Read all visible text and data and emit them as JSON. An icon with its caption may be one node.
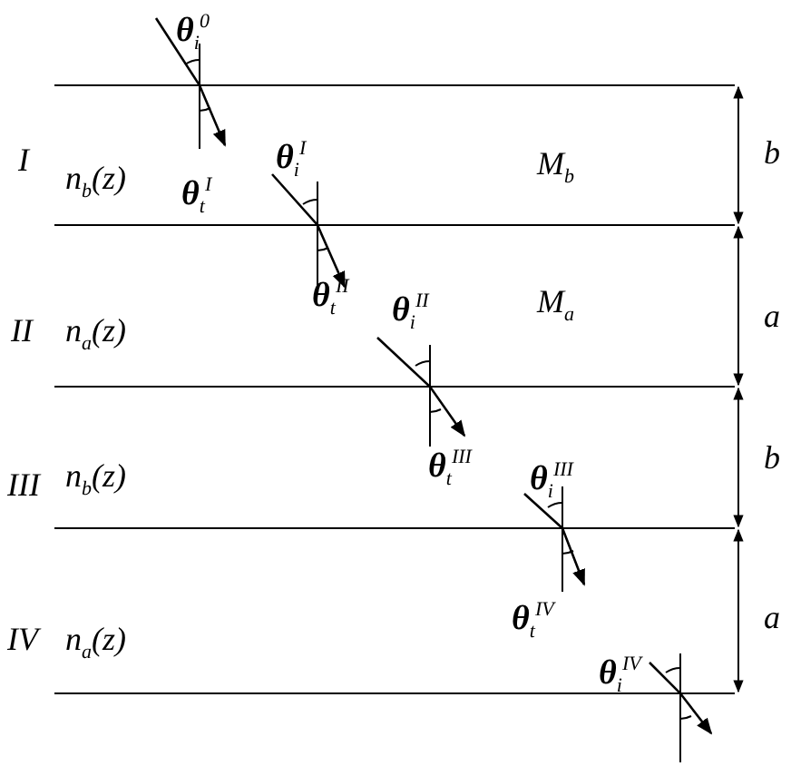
{
  "diagram": {
    "labels": [
      "θ$_{i}$$^{0}$",
      "I",
      "n$_{b}$(z)",
      "θ$_{t}$$^{I}$",
      "θ$_{i}$$^{I}$",
      "M$_{b}$",
      "b",
      "θ$_{t}$$^{II}$",
      "II",
      "n$_{a}$(z)",
      "θ$_{i}$$^{II}$",
      "M$_{a}$",
      "a",
      "θ$_{t}$$^{III}$",
      "III",
      "n$_{b}$(z)",
      "θ$_{i}$$^{III}$",
      "b",
      "θ$_{t}$$^{IV}$",
      "IV",
      "n$_{a}$(z)",
      "θ$_{i}$$^{IV}$",
      "a"
    ]
  }
}
